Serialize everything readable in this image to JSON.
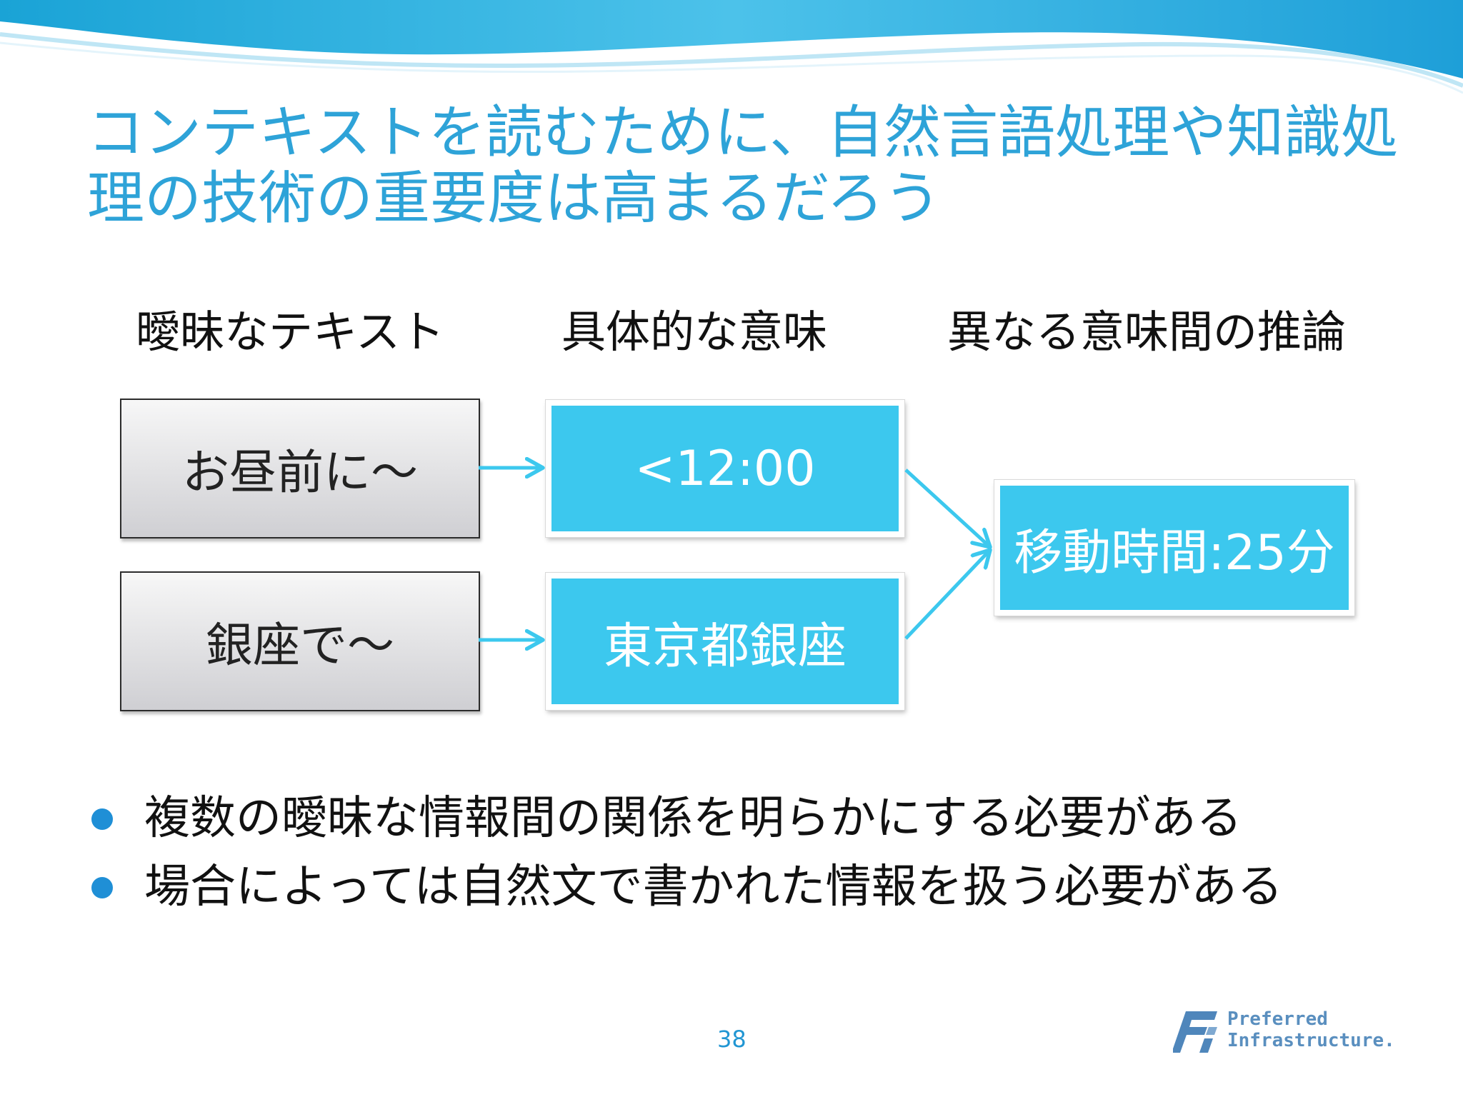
{
  "slide": {
    "title_line1": "コンテキストを読むために、自然言語処理や知識処",
    "title_line2": "理の技術の重要度は高まるだろう",
    "page_number": "38"
  },
  "columns": {
    "col1": "曖昧なテキスト",
    "col2": "具体的な意味",
    "col3": "異なる意味間の推論"
  },
  "boxes": {
    "ambiguous_1": "お昼前に〜",
    "ambiguous_2": "銀座で〜",
    "meaning_1": "<12:00",
    "meaning_2": "東京都銀座",
    "inference": "移動時間:25分"
  },
  "bullets": [
    "複数の曖昧な情報間の関係を明らかにする必要がある",
    "場合によっては自然文で書かれた情報を扱う必要がある"
  ],
  "logo": {
    "line1": "Preferred",
    "line2": "Infrastructure."
  },
  "colors": {
    "title": "#2ea3d8",
    "box_blue": "#3cc8ee",
    "arrow": "#3cc8ee",
    "bullet": "#1f8fd6"
  }
}
